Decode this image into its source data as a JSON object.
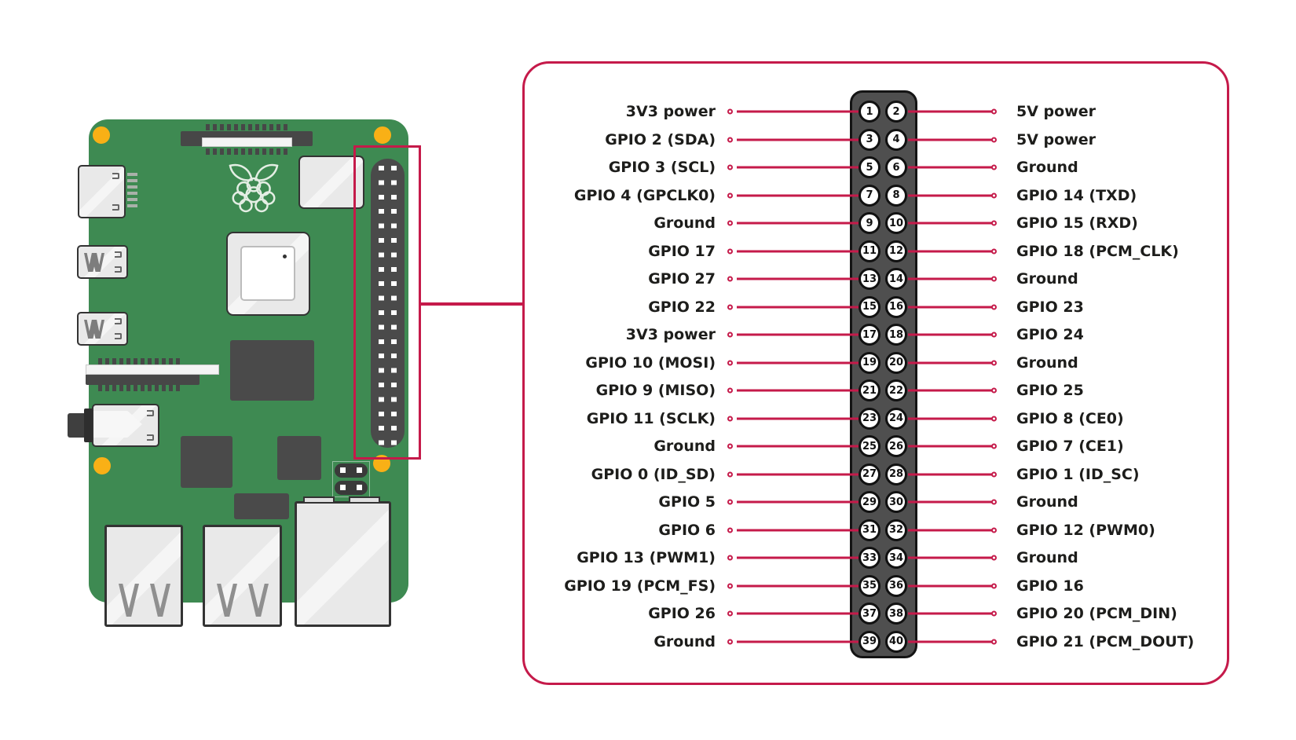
{
  "colors": {
    "accent": "#C51A4A",
    "pcb_green": "#3E8A52",
    "mount_hole_yellow": "#F9B016",
    "connector_gray": "#4F4F4F",
    "port_gray": "#E9E9E9",
    "label_text": "#1D1D1B"
  },
  "pinout": {
    "rows": [
      {
        "odd": "1",
        "even": "2",
        "left": "3V3 power",
        "right": "5V power"
      },
      {
        "odd": "3",
        "even": "4",
        "left": "GPIO 2 (SDA)",
        "right": "5V power"
      },
      {
        "odd": "5",
        "even": "6",
        "left": "GPIO 3 (SCL)",
        "right": "Ground"
      },
      {
        "odd": "7",
        "even": "8",
        "left": "GPIO 4 (GPCLK0)",
        "right": "GPIO 14 (TXD)"
      },
      {
        "odd": "9",
        "even": "10",
        "left": "Ground",
        "right": "GPIO 15 (RXD)"
      },
      {
        "odd": "11",
        "even": "12",
        "left": "GPIO 17",
        "right": "GPIO 18 (PCM_CLK)"
      },
      {
        "odd": "13",
        "even": "14",
        "left": "GPIO 27",
        "right": "Ground"
      },
      {
        "odd": "15",
        "even": "16",
        "left": "GPIO 22",
        "right": "GPIO 23"
      },
      {
        "odd": "17",
        "even": "18",
        "left": "3V3 power",
        "right": "GPIO 24"
      },
      {
        "odd": "19",
        "even": "20",
        "left": "GPIO 10 (MOSI)",
        "right": "Ground"
      },
      {
        "odd": "21",
        "even": "22",
        "left": "GPIO 9 (MISO)",
        "right": "GPIO 25"
      },
      {
        "odd": "23",
        "even": "24",
        "left": "GPIO 11 (SCLK)",
        "right": "GPIO 8 (CE0)"
      },
      {
        "odd": "25",
        "even": "26",
        "left": "Ground",
        "right": "GPIO 7 (CE1)"
      },
      {
        "odd": "27",
        "even": "28",
        "left": "GPIO 0 (ID_SD)",
        "right": "GPIO 1 (ID_SC)"
      },
      {
        "odd": "29",
        "even": "30",
        "left": "GPIO 5",
        "right": "Ground"
      },
      {
        "odd": "31",
        "even": "32",
        "left": "GPIO 6",
        "right": "GPIO 12 (PWM0)"
      },
      {
        "odd": "33",
        "even": "34",
        "left": "GPIO 13 (PWM1)",
        "right": "Ground"
      },
      {
        "odd": "35",
        "even": "36",
        "left": "GPIO 19 (PCM_FS)",
        "right": "GPIO 16"
      },
      {
        "odd": "37",
        "even": "38",
        "left": "GPIO 26",
        "right": "GPIO 20 (PCM_DIN)"
      },
      {
        "odd": "39",
        "even": "40",
        "left": "Ground",
        "right": "GPIO 21 (PCM_DOUT)"
      }
    ]
  }
}
